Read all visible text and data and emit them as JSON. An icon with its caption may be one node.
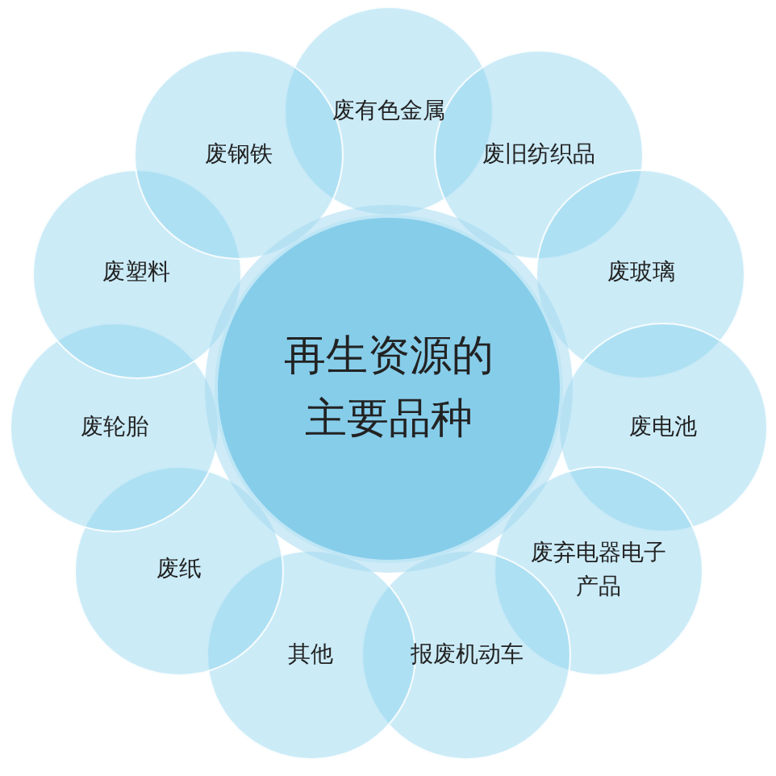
{
  "diagram": {
    "nodes": [
      {
        "text": [
          "再生资源的主要品种"
        ]
      },
      {
        "text": [
          "废有色金属"
        ]
      },
      {
        "text": [
          "废旧纺织品"
        ]
      },
      {
        "text": [
          "废玻璃"
        ]
      },
      {
        "text": [
          "废电池"
        ]
      },
      {
        "text": [
          "废弃电器电子产品"
        ]
      },
      {
        "text": [
          "报废机动车"
        ]
      },
      {
        "text": [
          "其他"
        ]
      },
      {
        "text": [
          "废纸"
        ]
      },
      {
        "text": [
          "废轮胎"
        ]
      },
      {
        "text": [
          "废塑料"
        ]
      },
      {
        "text": [
          "废钢铁"
        ]
      }
    ]
  }
}
